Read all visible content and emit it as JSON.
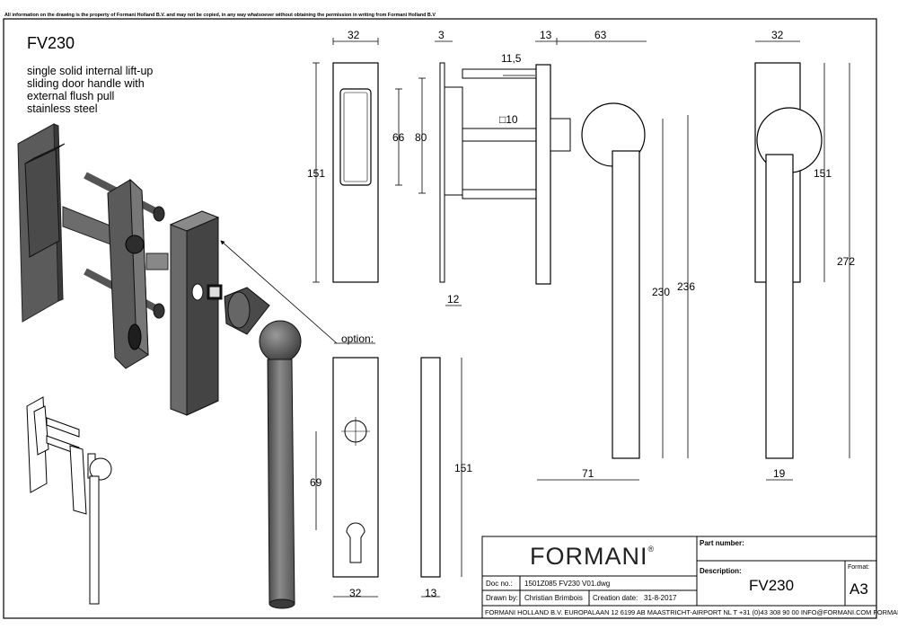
{
  "notice": "All information on the drawing is the property of Formani Holland B.V. and may not be copied, in any way whatsoever without obtaining the permission in writing from Formani Holland B.V",
  "product_code": "FV230",
  "description_lines": [
    "single solid internal lift-up",
    "sliding door handle with",
    "external flush pull",
    "stainless steel"
  ],
  "option_label": "option:",
  "dimensions": {
    "flush_width": "32",
    "flush_height": "151",
    "recess_66": "66",
    "spacing_80": "80",
    "plate_thickness": "3",
    "plate_offset": "12",
    "screw_11_5": "11,5",
    "spindle": "□10",
    "handle_13": "13",
    "handle_63": "63",
    "handle_230": "230",
    "handle_236": "236",
    "handle_71": "71",
    "front_32": "32",
    "front_151": "151",
    "front_272": "272",
    "front_19": "19",
    "option_69": "69",
    "option_151": "151",
    "option_32": "32",
    "option_13": "13"
  },
  "title_block": {
    "brand": "FORMANI",
    "brand_mark": "®",
    "part_number_label": "Part number:",
    "description_label": "Description:",
    "description_value": "FV230",
    "format_label": "Format:",
    "format_value": "A3",
    "doc_no_label": "Doc no.:",
    "doc_no_value": "1501Z085 FV230 V01.dwg",
    "drawn_by_label": "Drawn by:",
    "drawn_by_value": "Christian Brimbois",
    "creation_date_label": "Creation date:",
    "creation_date_value": "31-8-2017",
    "company_line": "FORMANI HOLLAND B.V.  EUROPALAAN 12  6199 AB MAASTRICHT-AIRPORT NL  T +31 (0)43 308 90 00 INFO@FORMANI.COM FORMANI.COM"
  }
}
